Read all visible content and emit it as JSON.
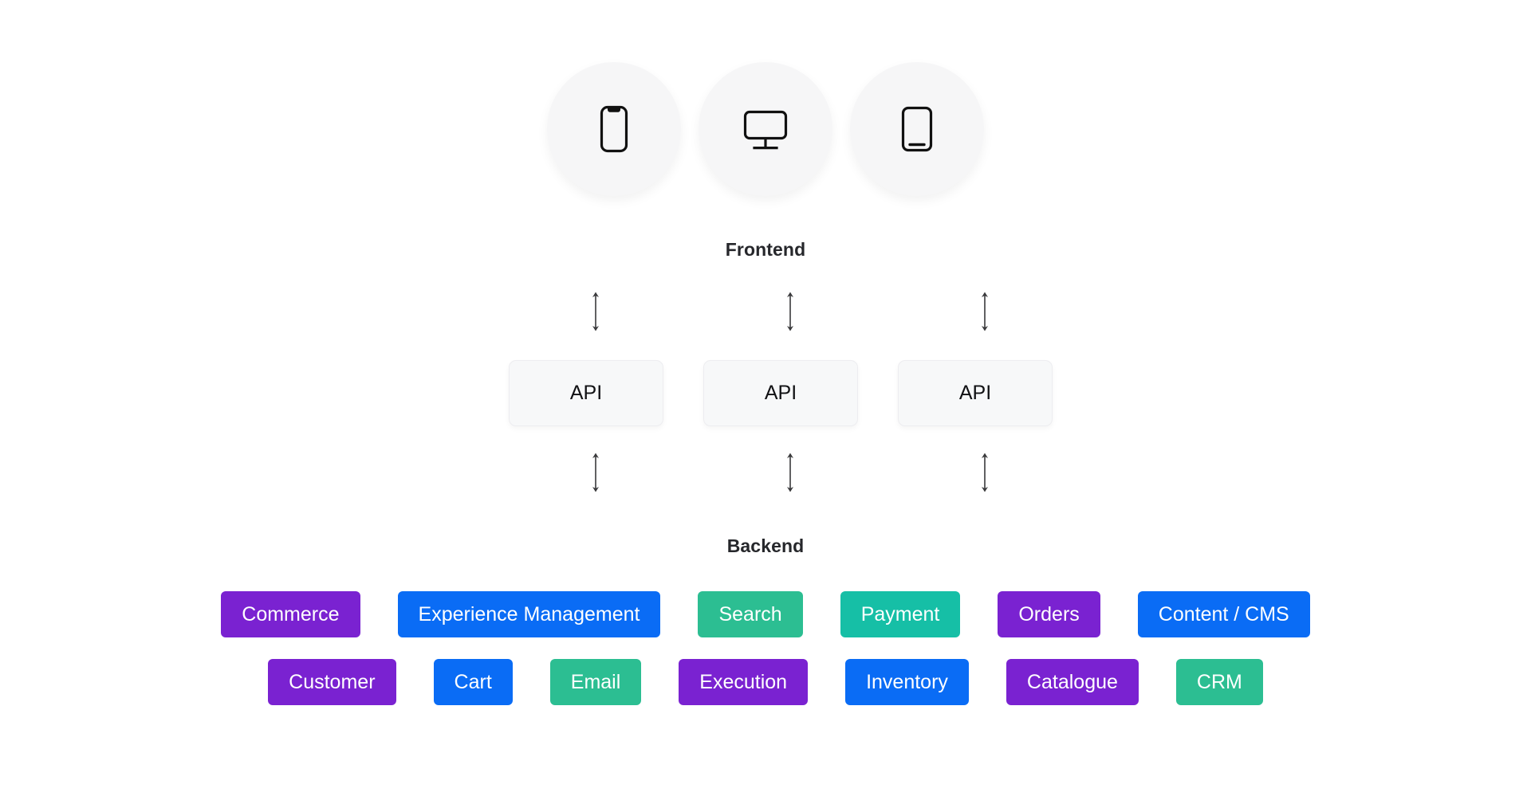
{
  "background": "#ffffff",
  "layers": {
    "frontend": {
      "label": "Frontend",
      "devices": [
        {
          "icon": "mobile-phone-icon",
          "name": "phone"
        },
        {
          "icon": "desktop-monitor-icon",
          "name": "desktop"
        },
        {
          "icon": "tablet-icon",
          "name": "tablet"
        }
      ]
    },
    "api": {
      "boxes": [
        {
          "label": "API"
        },
        {
          "label": "API"
        },
        {
          "label": "API"
        }
      ]
    },
    "backend": {
      "label": "Backend"
    }
  },
  "connectors": {
    "glyph": "double-headed-vertical-arrow",
    "color": "#3a3a3c",
    "top_row_count": 3,
    "bottom_row_count": 3
  },
  "palette": {
    "purple": "#7A22D1",
    "blue": "#0A6CF5",
    "green": "#2CBE92",
    "teal": "#16BFA6",
    "api_fill": "#F7F8F9",
    "circle_fill": "#F6F6F7",
    "text_dark": "#26272B",
    "tag_text": "#FFFFFF"
  },
  "services": {
    "row1": [
      {
        "label": "Commerce",
        "color": "#7A22D1"
      },
      {
        "label": "Experience Management",
        "color": "#0A6CF5"
      },
      {
        "label": "Search",
        "color": "#2CBE92"
      },
      {
        "label": "Payment",
        "color": "#16BFA6"
      },
      {
        "label": "Orders",
        "color": "#7A22D1"
      },
      {
        "label": "Content / CMS",
        "color": "#0A6CF5"
      }
    ],
    "row2": [
      {
        "label": "Customer",
        "color": "#7A22D1"
      },
      {
        "label": "Cart",
        "color": "#0A6CF5"
      },
      {
        "label": "Email",
        "color": "#2CBE92"
      },
      {
        "label": "Execution",
        "color": "#7A22D1"
      },
      {
        "label": "Inventory",
        "color": "#0A6CF5"
      },
      {
        "label": "Catalogue",
        "color": "#7A22D1"
      },
      {
        "label": "CRM",
        "color": "#2CBE92"
      }
    ]
  }
}
